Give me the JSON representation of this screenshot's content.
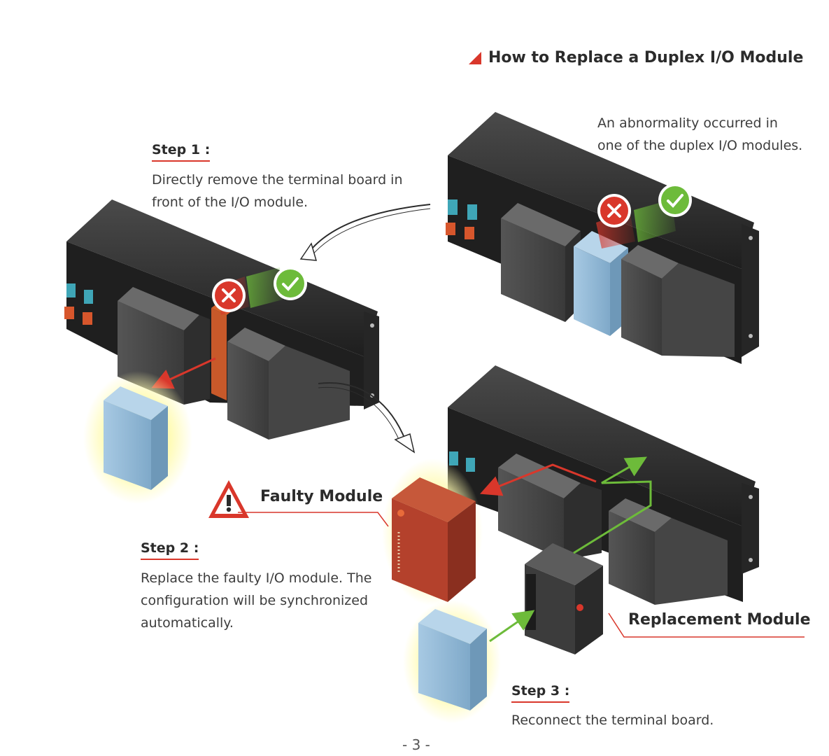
{
  "header": {
    "title": "How to Replace a Duplex I/O Module"
  },
  "intro": {
    "line1": "An abnormality occurred in",
    "line2": "one of the duplex I/O modules."
  },
  "step1": {
    "label": "Step 1 :",
    "line1": "Directly remove the terminal board in",
    "line2": "front of the I/O module."
  },
  "step2": {
    "label": "Step 2 :",
    "line1": "Replace the faulty I/O module. The",
    "line2": "configuration will be synchronized",
    "line3": "automatically."
  },
  "step3": {
    "label": "Step 3 :",
    "line1": "Reconnect the terminal board."
  },
  "callouts": {
    "faulty": "Faulty Module",
    "replacement": "Replacement Module"
  },
  "footer": {
    "page_number": "- 3 -"
  },
  "colors": {
    "accent_red": "#d9372b",
    "ok_green": "#6dbb3a",
    "module_blue": "#8fb8d8",
    "chassis": "#2b2b2b",
    "faulty_module": "#b4412c"
  },
  "icons": [
    "triangle-marker-icon",
    "error-x-icon",
    "check-ok-icon",
    "warning-icon",
    "curved-arrow-icon"
  ]
}
